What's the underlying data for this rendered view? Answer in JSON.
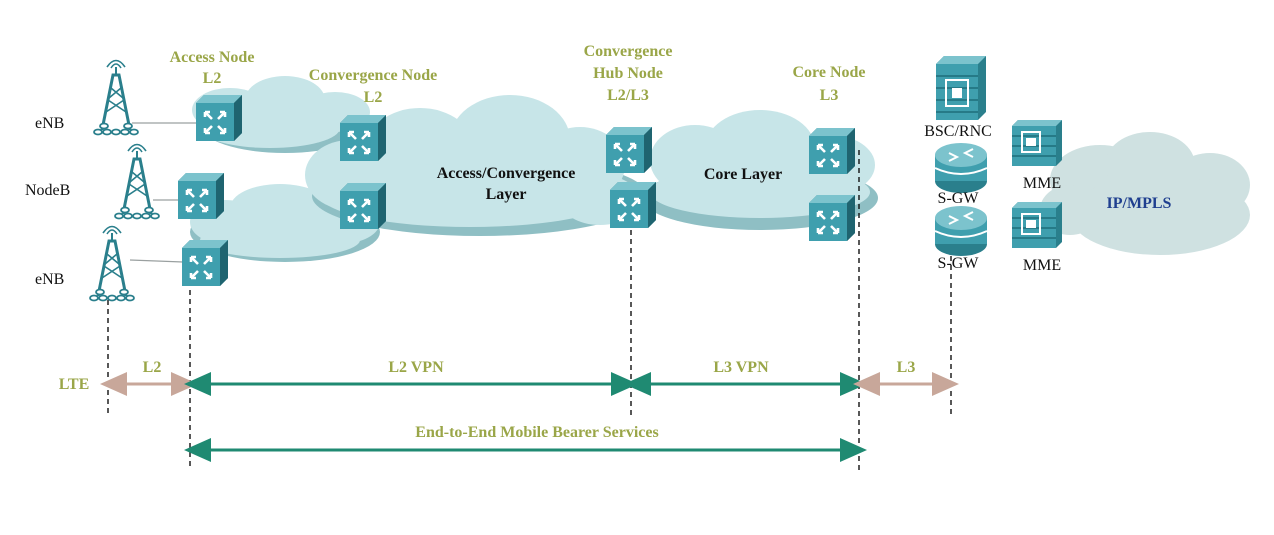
{
  "colors": {
    "olive": "#9aa648",
    "teal_arrow": "#1f8a72",
    "tan_arrow": "#c8a79a",
    "cloud_fill": "#c7e5e8",
    "cloud_shadow": "#8fbfc4",
    "ip_cloud": "#cfe1e1",
    "device_face": "#3f9fae",
    "device_dark": "#1f6e7a",
    "ipmpls_text": "#1f3f8f"
  },
  "nodes": {
    "access_node": [
      "Access Node",
      "L2"
    ],
    "convergence_node": [
      "Convergence Node",
      "L2"
    ],
    "hub_node": [
      "Convergence",
      "Hub Node",
      "L2/L3"
    ],
    "core_node": [
      "Core Node",
      "L3"
    ]
  },
  "stations": {
    "enb_top": "eNB",
    "nodeb": "NodeB",
    "enb_bottom": "eNB"
  },
  "clouds": {
    "access_layer": [
      "Access/Convergence",
      "Layer"
    ],
    "core_layer": "Core Layer",
    "ip_mpls": "IP/MPLS"
  },
  "core_devices": {
    "bsc_rnc": "BSC/RNC",
    "sgw_top": "S-GW",
    "sgw_bottom": "S-GW",
    "mme_top": "MME",
    "mme_bottom": "MME"
  },
  "segments": {
    "lte": "LTE",
    "l2": "L2",
    "l2_vpn": "L2 VPN",
    "l3_vpn": "L3 VPN",
    "l3": "L3",
    "end_to_end": "End-to-End Mobile Bearer Services"
  }
}
